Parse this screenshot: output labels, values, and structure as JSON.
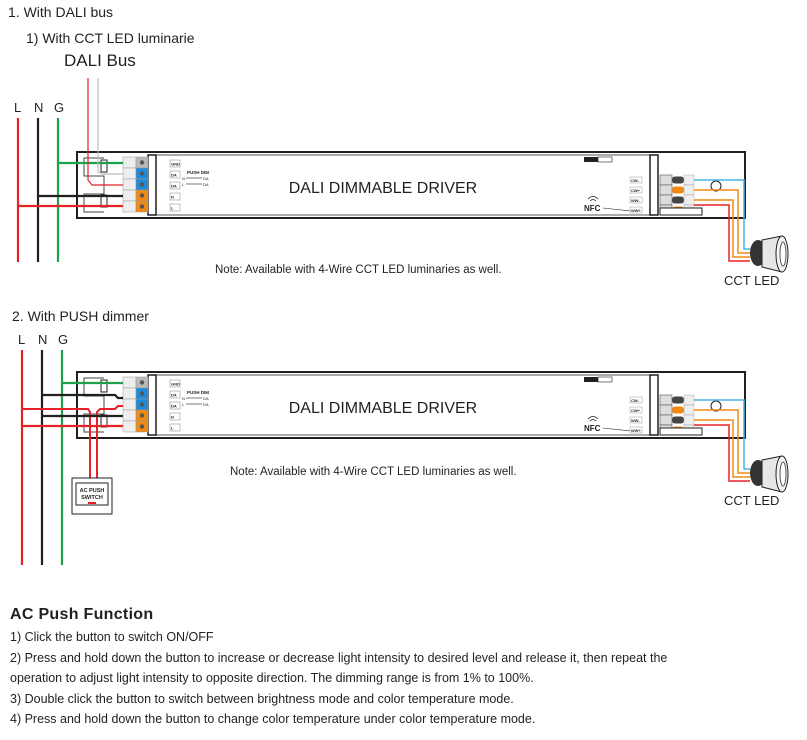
{
  "section1": {
    "heading": "1. With DALI bus",
    "subheading": "1) With CCT LED luminarie",
    "bus_label": "DALI Bus",
    "line_labels": [
      "L",
      "N",
      "G"
    ],
    "driver_title": "DALI DIMMABLE DRIVER",
    "note": "Note: Available with 4-Wire CCT LED luminaries as well.",
    "led_label": "CCT LED"
  },
  "section2": {
    "heading": "2. With PUSH dimmer",
    "line_labels": [
      "L",
      "N",
      "G"
    ],
    "driver_title": "DALI DIMMABLE DRIVER",
    "note": "Note: Available with 4-Wire CCT LED luminaries as well.",
    "led_label": "CCT LED",
    "switch_label_1": "AC PUSH",
    "switch_label_2": "SWITCH"
  },
  "driver_labels": {
    "input_terminals": [
      "GND",
      "DA",
      "DA",
      "N",
      "L"
    ],
    "push_dim": "PUSH DIM",
    "push_dim_pins": [
      "N",
      "L",
      "DA",
      "DA"
    ],
    "output_terminals": [
      "CW-",
      "CW+",
      "WW-",
      "WW+"
    ],
    "nfc": "NFC"
  },
  "colors": {
    "live": "#e8202a",
    "neutral": "#231f20",
    "ground": "#1aa14a",
    "terminal_gray": "#b9b9b9",
    "terminal_blue": "#1f8ad6",
    "terminal_orange": "#f08a12",
    "cw_wire": "#4ab3e6",
    "ww_wire": "#f08a12",
    "dali_wire": "#e8202a"
  },
  "ac_push": {
    "title": "AC Push Function",
    "items": [
      "1) Click the button to switch ON/OFF",
      "2) Press and hold down the button to increase or decrease light intensity to desired level and release it, then repeat the",
      "operation to adjust light intensity to opposite direction. The dimming range is from 1% to 100%.",
      "3) Double click the button to switch between brightness mode and color temperature mode.",
      "4) Press and hold down the button to change color temperature under color temperature mode."
    ]
  }
}
